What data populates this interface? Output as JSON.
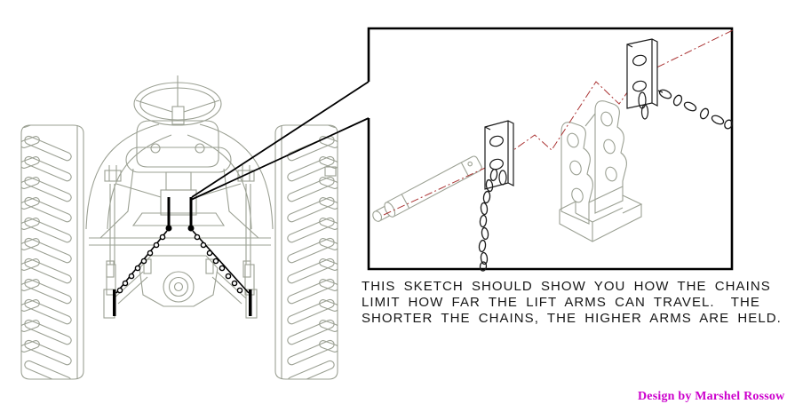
{
  "caption": {
    "line1": "THIS SKETCH SHOULD SHOW YOU HOW THE CHAINS",
    "line2": "LIMIT HOW FAR THE LIFT ARMS CAN TRAVEL.  THE",
    "line3": "SHORTER THE CHAINS, THE HIGHER ARMS ARE HELD."
  },
  "credit": {
    "text": "Design by Marshel Rossow"
  },
  "colors": {
    "background": "#ffffff",
    "drawing_gray": "#9ba093",
    "ink_black": "#000000",
    "centerline_red": "#aa3333",
    "credit_magenta": "#cc00cc"
  },
  "figures": {
    "tractor": "tractor-rear-view-line-drawing",
    "detail_callout": "lift-arm-check-chain-anchor-detail"
  }
}
